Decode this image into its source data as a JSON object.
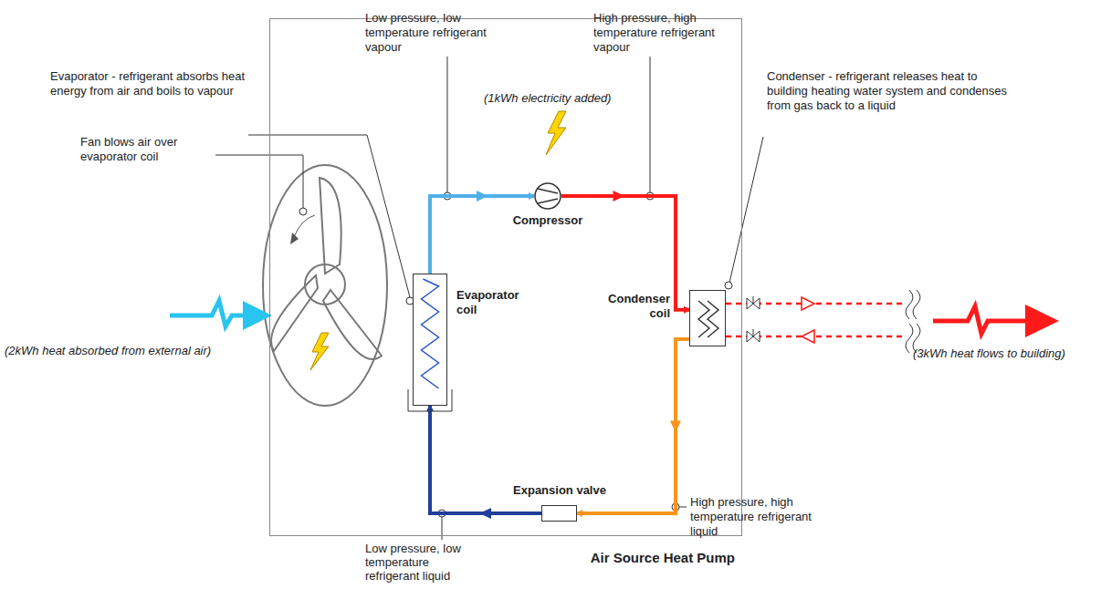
{
  "diagram": {
    "nodes": [
      {
        "text": [
          "Air Source Heat Pump"
        ]
      },
      {
        "text": [
          "Evaporator coil"
        ],
        "in": 0
      },
      {
        "text": [
          "Compressor"
        ],
        "in": 0
      },
      {
        "text": [
          "Condenser coil"
        ],
        "in": 0
      },
      {
        "text": [
          "Expansion valve"
        ],
        "in": 0
      }
    ],
    "edges": [
      {
        "from": 1,
        "to": 2,
        "arrow": "to"
      },
      {
        "from": 2,
        "to": 3,
        "arrow": "to"
      },
      {
        "from": 3,
        "to": 4,
        "arrow": "to"
      },
      {
        "from": 4,
        "to": 1,
        "arrow": "to"
      }
    ],
    "labels": [
      "Low pressure, low temperature refrigerant vapour",
      "High pressure, high temperature refrigerant vapour",
      "(1kWh electricity added)",
      "Evaporator - refrigerant absorbs heat energy from air and boils to vapour",
      "Fan blows air over evaporator coil",
      "(2kWh heat absorbed from external air)",
      "Condenser - refrigerant releases heat to building heating water system and condenses from gas back to a liquid",
      "(3kWh heat flows to building)",
      "High pressure, high temperature refrigerant liquid",
      "Low pressure, low temperature refrigerant liquid"
    ]
  }
}
